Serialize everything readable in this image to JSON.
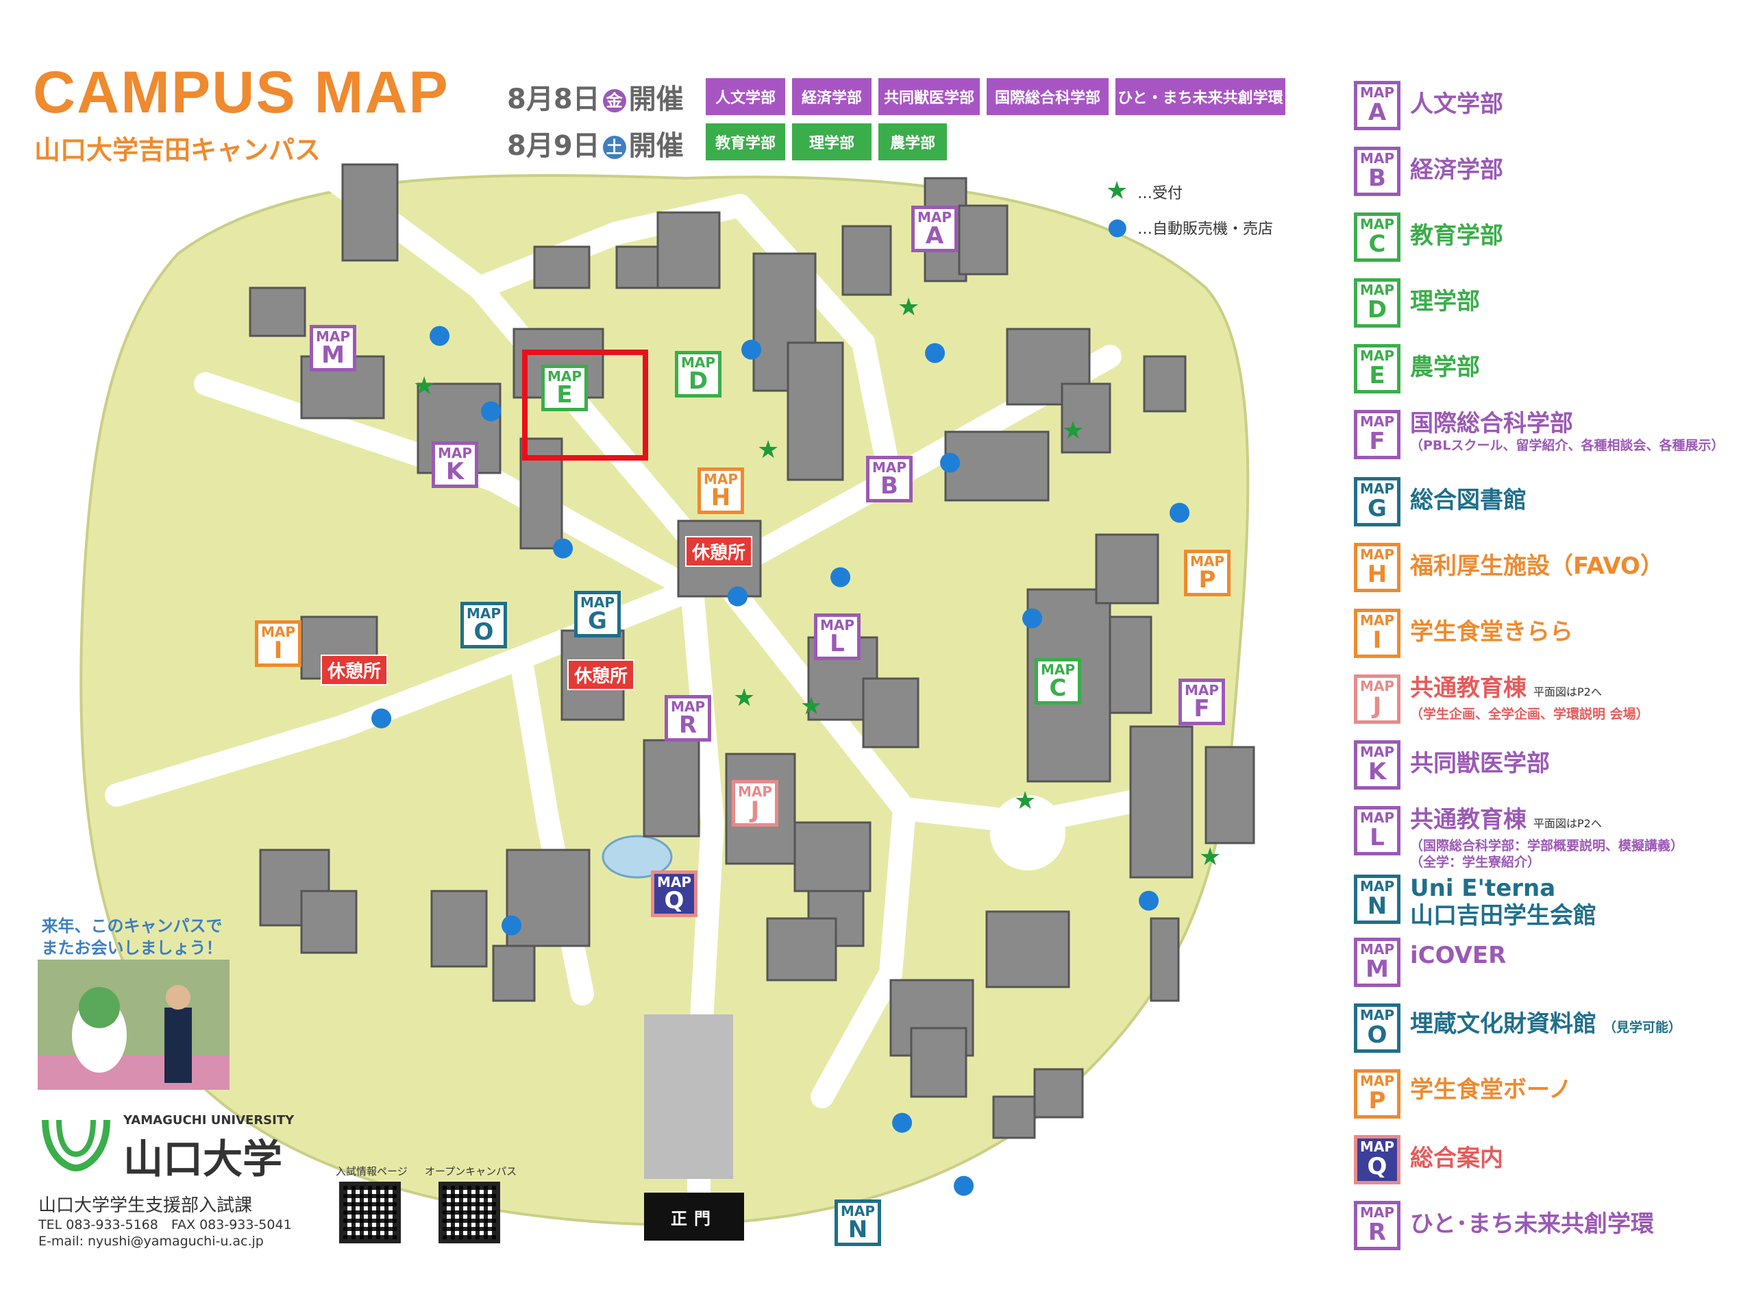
{
  "header": {
    "title": "CAMPUS MAP",
    "subtitle": "山口大学吉田キャンパス",
    "date1": {
      "text": "8月8日",
      "day": "金",
      "suffix": "開催"
    },
    "date2": {
      "text": "8月9日",
      "day": "土",
      "suffix": "開催"
    },
    "day1_chips": [
      "人文学部",
      "経済学部",
      "共同獣医学部",
      "国際総合科学部",
      "ひと・まち未来共創学環"
    ],
    "day2_chips": [
      "教育学部",
      "理学部",
      "農学部"
    ]
  },
  "map_legend": {
    "reception": "…受付",
    "vending": "…自動販売機・売店"
  },
  "map_markers": [
    {
      "id": "A",
      "color": "#9b59b6"
    },
    {
      "id": "B",
      "color": "#9b59b6"
    },
    {
      "id": "C",
      "color": "#3aae4a"
    },
    {
      "id": "D",
      "color": "#3aae4a"
    },
    {
      "id": "E",
      "color": "#3aae4a"
    },
    {
      "id": "F",
      "color": "#9b59b6"
    },
    {
      "id": "G",
      "color": "#1f6f8b"
    },
    {
      "id": "H",
      "color": "#ef8a2e"
    },
    {
      "id": "I",
      "color": "#ef8a2e"
    },
    {
      "id": "J",
      "color": "#e88a8a"
    },
    {
      "id": "K",
      "color": "#9b59b6"
    },
    {
      "id": "L",
      "color": "#9b59b6"
    },
    {
      "id": "M",
      "color": "#9b59b6"
    },
    {
      "id": "N",
      "color": "#1f6f8b"
    },
    {
      "id": "O",
      "color": "#1f6f8b"
    },
    {
      "id": "P",
      "color": "#ef8a2e"
    },
    {
      "id": "Q",
      "color": "#3b3f99"
    },
    {
      "id": "R",
      "color": "#9b59b6"
    }
  ],
  "marker_label": "MAP",
  "rest_label": "休憩所",
  "legend": [
    {
      "id": "A",
      "name": "人文学部",
      "color": "#9b59b6"
    },
    {
      "id": "B",
      "name": "経済学部",
      "color": "#9b59b6"
    },
    {
      "id": "C",
      "name": "教育学部",
      "color": "#3aae4a"
    },
    {
      "id": "D",
      "name": "理学部",
      "color": "#3aae4a"
    },
    {
      "id": "E",
      "name": "農学部",
      "color": "#3aae4a"
    },
    {
      "id": "F",
      "name": "国際総合科学部",
      "sub": "（PBLスクール、留学紹介、各種相談会、各種展示）",
      "color": "#9b59b6"
    },
    {
      "id": "G",
      "name": "総合図書館",
      "color": "#1f6f8b"
    },
    {
      "id": "H",
      "name": "福利厚生施設（FAVO）",
      "color": "#ef8a2e"
    },
    {
      "id": "I",
      "name": "学生食堂きらら",
      "color": "#ef8a2e"
    },
    {
      "id": "J",
      "name": "共通教育棟",
      "note": "平面図はP2へ",
      "sub": "（学生企画、全学企画、学環説明 会場）",
      "color": "#e88a8a"
    },
    {
      "id": "K",
      "name": "共同獣医学部",
      "color": "#9b59b6"
    },
    {
      "id": "L",
      "name": "共通教育棟",
      "note": "平面図はP2へ",
      "sub": "（国際総合科学部：学部概要説明、模擬講義）",
      "sub2": "（全学：学生寮紹介）",
      "color": "#9b59b6"
    },
    {
      "id": "N",
      "name": "Uni E'terna",
      "name2": "山口吉田学生会館",
      "color": "#1f6f8b"
    },
    {
      "id": "M",
      "name": "iCOVER",
      "color": "#9b59b6"
    },
    {
      "id": "O",
      "name": "埋蔵文化財資料館",
      "sub_inline": "（見学可能）",
      "color": "#1f6f8b"
    },
    {
      "id": "P",
      "name": "学生食堂ボーノ",
      "color": "#ef8a2e"
    },
    {
      "id": "Q",
      "name": "総合案内",
      "color": "#3b3f99"
    },
    {
      "id": "R",
      "name": "ひと･まち未来共創学環",
      "color": "#9b59b6"
    }
  ],
  "footer": {
    "promo_line1": "来年、このキャンパスで",
    "promo_line2": "またお会いしましょう！",
    "uni_name_en": "YAMAGUCHI UNIVERSITY",
    "uni_name": "山口大学",
    "office": "山口大学学生支援部入試課",
    "tel": "TEL 083-933-5168　FAX 083-933-5041",
    "email": "E-mail: nyushi@yamaguchi-u.ac.jp",
    "qr1_label": "入試情報ページ",
    "qr2_label": "オープンキャンパス",
    "main_gate": "正門"
  }
}
